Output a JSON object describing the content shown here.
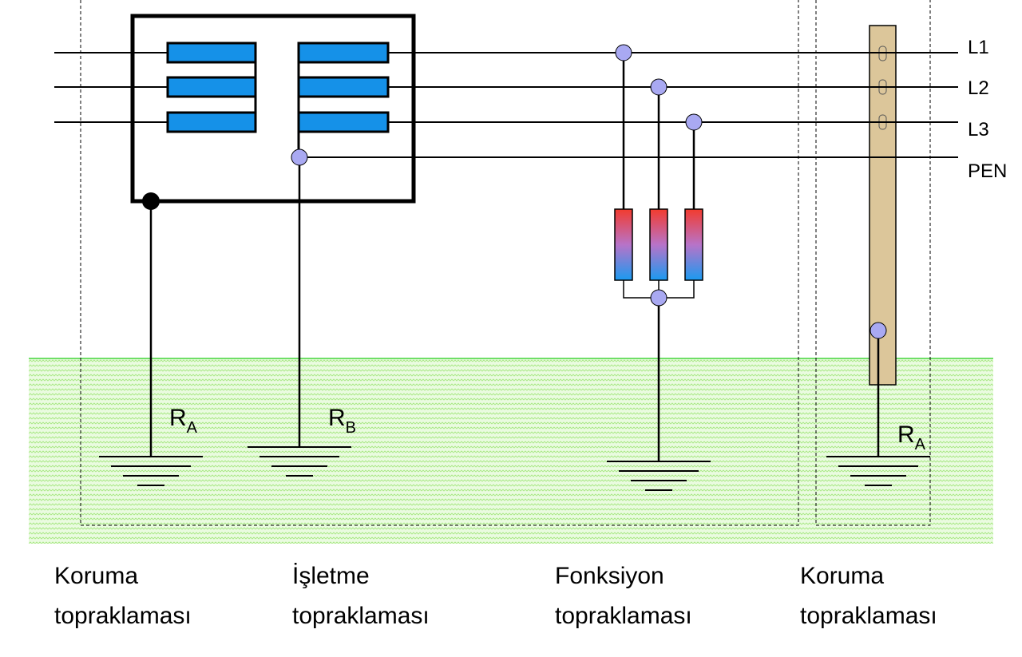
{
  "lines": {
    "l1": "L1",
    "l2": "L2",
    "l3": "L3",
    "pen": "PEN"
  },
  "resistors": {
    "ra_left": {
      "main": "R",
      "sub": "A"
    },
    "rb": {
      "main": "R",
      "sub": "B"
    },
    "ra_right": {
      "main": "R",
      "sub": "A"
    }
  },
  "captions": [
    {
      "line1": "Koruma",
      "line2": "topraklaması"
    },
    {
      "line1": "İşletme",
      "line2": "topraklaması"
    },
    {
      "line1": "Fonksiyon",
      "line2": "topraklaması"
    },
    {
      "line1": "Koruma",
      "line2": "topraklaması"
    }
  ],
  "colors": {
    "winding": "#1591e8",
    "node": "#a9a9f2",
    "ground": "#ccf5a8",
    "ground_edge": "#43d63b",
    "pole": "#dcc69a",
    "resistor_top": "#f23b2e",
    "resistor_bottom": "#1a9af0"
  }
}
